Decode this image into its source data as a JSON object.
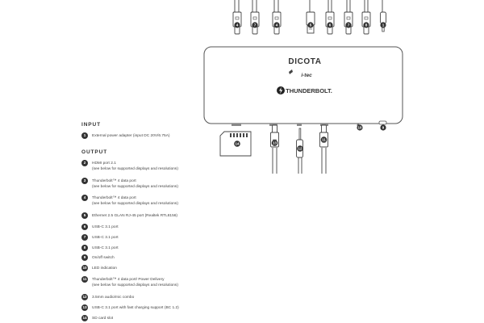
{
  "device": {
    "brand": "DICOTA",
    "partner": "i-tec",
    "tech": "THUNDERBOLT."
  },
  "input": {
    "heading": "INPUT",
    "items": [
      {
        "num": "1",
        "text": "External power adapter (input DC 20V/6.75A)"
      }
    ]
  },
  "output": {
    "heading": "OUTPUT",
    "items": [
      {
        "num": "2",
        "text": "HDMI port 2.1",
        "sub": "(see below for supported displays and resolutions)"
      },
      {
        "num": "3",
        "text": "Thunderbolt™ 4 data port",
        "sub": "(see below for supported displays and resolutions)"
      },
      {
        "num": "4",
        "text": "Thunderbolt™ 4 data port",
        "sub": "(see below for supported displays and resolutions)"
      },
      {
        "num": "5",
        "text": "Ethernet 2.5 GLAN RJ-45 port (Realtek RTL8156)"
      },
      {
        "num": "6",
        "text": "USB-C 3.1 port"
      },
      {
        "num": "7",
        "text": "USB-C 3.1 port"
      },
      {
        "num": "8",
        "text": "USB-C 3.1 port"
      },
      {
        "num": "9",
        "text": "On/off switch"
      },
      {
        "num": "10",
        "text": "LED indication"
      },
      {
        "num": "11",
        "text": "Thunderbolt™ 4 data port/ Power Delivery",
        "sub": "(see below for supported displays and resolutions)"
      },
      {
        "num": "12",
        "text": "3.5mm audio/mic combo"
      },
      {
        "num": "13",
        "text": "USB-C 3.1 port with fast charging support (BC 1.2)"
      },
      {
        "num": "14",
        "text": "SD card slot"
      }
    ]
  },
  "callouts": {
    "top": [
      "4",
      "7",
      "4",
      "5",
      "6",
      "7",
      "8",
      "1"
    ],
    "front": [
      "14",
      "13",
      "12",
      "11",
      "10",
      "9"
    ]
  }
}
